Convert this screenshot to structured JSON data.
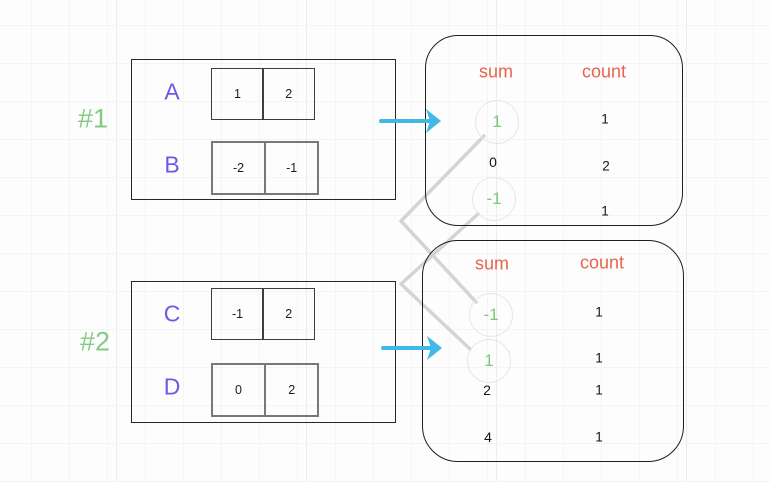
{
  "colors": {
    "purple": "#6b5ae5",
    "green": "#7dc87d",
    "orange": "#e8634d",
    "blue": "#3fb9e6",
    "connector_gray": "#d4d4d4"
  },
  "groups": [
    {
      "id": "#1",
      "rows": [
        {
          "label": "A",
          "cells": [
            "1",
            "2"
          ]
        },
        {
          "label": "B",
          "cells": [
            "-2",
            "-1"
          ]
        }
      ]
    },
    {
      "id": "#2",
      "rows": [
        {
          "label": "C",
          "cells": [
            "-1",
            "2"
          ]
        },
        {
          "label": "D",
          "cells": [
            "0",
            "2"
          ]
        }
      ]
    }
  ],
  "results": [
    {
      "sum_header": "sum",
      "count_header": "count",
      "rows": [
        {
          "sum": "1",
          "count": "1",
          "circled": true
        },
        {
          "sum": "0",
          "count": "2",
          "circled": false
        },
        {
          "sum": "-1",
          "count": "1",
          "circled": true
        }
      ]
    },
    {
      "sum_header": "sum",
      "count_header": "count",
      "rows": [
        {
          "sum": "-1",
          "count": "1",
          "circled": true
        },
        {
          "sum": "1",
          "count": "1",
          "circled": true
        },
        {
          "sum": "2",
          "count": "1",
          "circled": false
        },
        {
          "sum": "4",
          "count": "1",
          "circled": false
        }
      ]
    }
  ],
  "connections": [
    {
      "from": "table1 sum 1",
      "to": "table2 sum -1"
    },
    {
      "from": "table1 sum -1",
      "to": "table2 sum 1"
    }
  ]
}
